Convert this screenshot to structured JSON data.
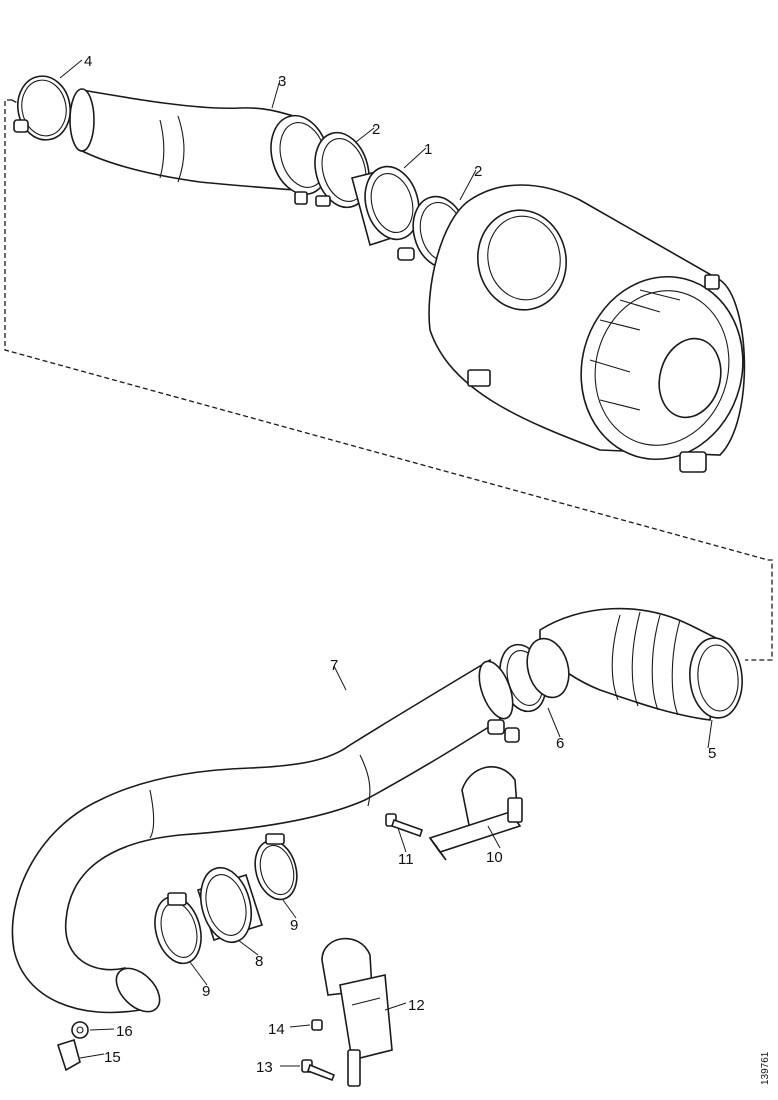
{
  "diagram": {
    "callouts": [
      {
        "id": "c1",
        "text": "1"
      },
      {
        "id": "c2a",
        "text": "2"
      },
      {
        "id": "c2b",
        "text": "2"
      },
      {
        "id": "c3",
        "text": "3"
      },
      {
        "id": "c4",
        "text": "4"
      },
      {
        "id": "c5",
        "text": "5"
      },
      {
        "id": "c6",
        "text": "6"
      },
      {
        "id": "c7",
        "text": "7"
      },
      {
        "id": "c8",
        "text": "8"
      },
      {
        "id": "c9a",
        "text": "9"
      },
      {
        "id": "c9b",
        "text": "9"
      },
      {
        "id": "c10",
        "text": "10"
      },
      {
        "id": "c11",
        "text": "11"
      },
      {
        "id": "c12",
        "text": "12"
      },
      {
        "id": "c13",
        "text": "13"
      },
      {
        "id": "c14",
        "text": "14"
      },
      {
        "id": "c15",
        "text": "15"
      },
      {
        "id": "c16",
        "text": "16"
      }
    ],
    "drawing_code": "139761"
  }
}
